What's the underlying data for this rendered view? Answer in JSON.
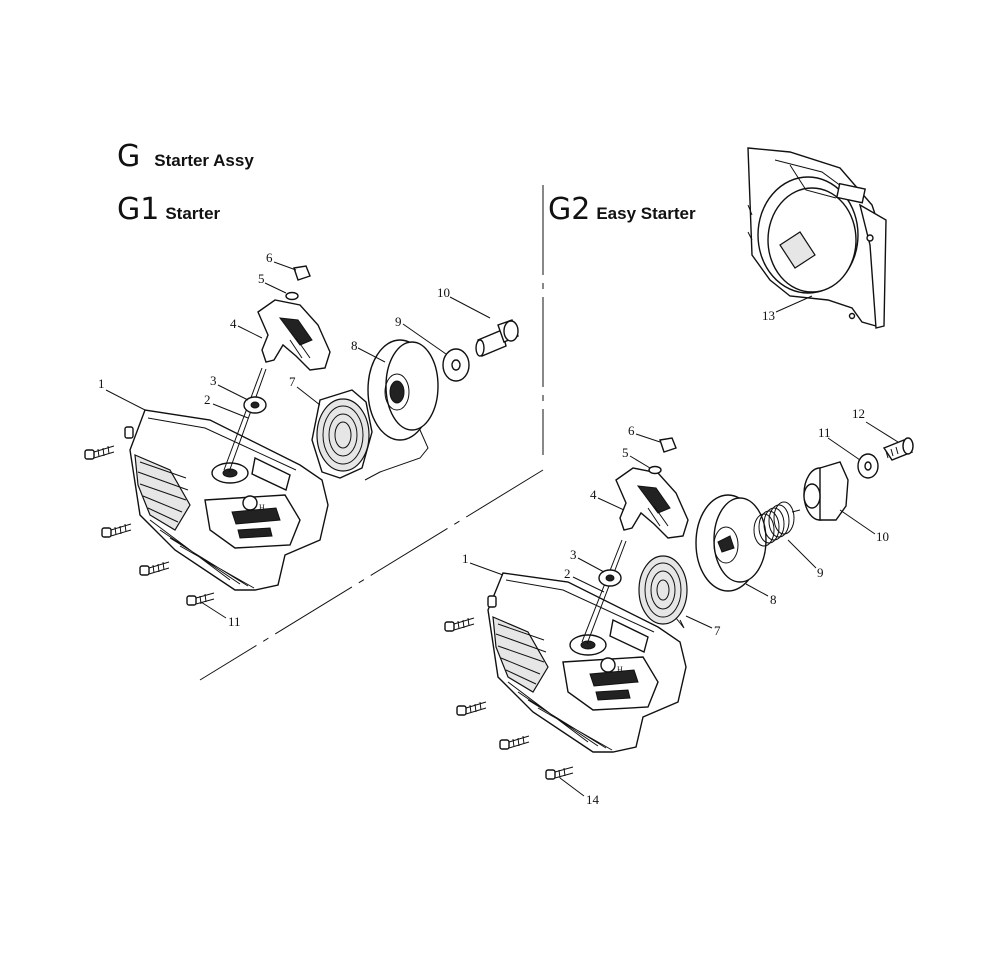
{
  "header": {
    "g_code": "G",
    "g_title": "Starter Assy",
    "g1_code": "G1",
    "g1_title": "Starter",
    "g2_code": "G2",
    "g2_title": "Easy Starter"
  },
  "g1_callouts": [
    "1",
    "2",
    "3",
    "4",
    "5",
    "6",
    "7",
    "8",
    "9",
    "10",
    "11"
  ],
  "g2_callouts": [
    "1",
    "2",
    "3",
    "4",
    "5",
    "6",
    "7",
    "8",
    "9",
    "10",
    "11",
    "12",
    "13",
    "14"
  ]
}
